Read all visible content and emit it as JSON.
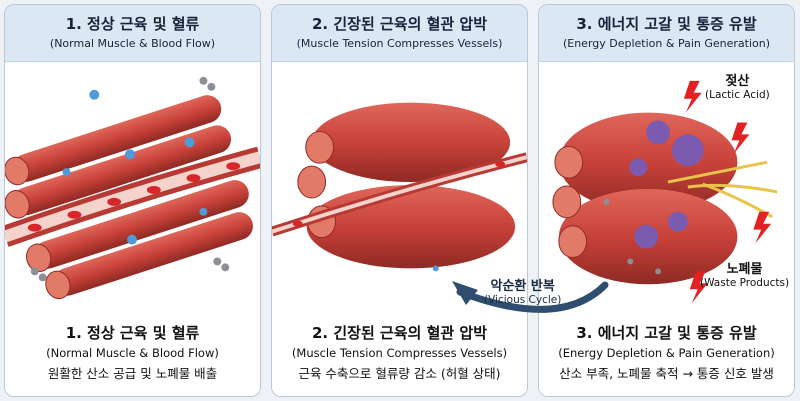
{
  "panels": [
    {
      "header_title": "1. 정상 근육 및 혈류",
      "header_subtitle": "(Normal Muscle & Blood Flow)",
      "footer_title": "1. 정상 근육 및 혈류",
      "footer_subtitle": "(Normal Muscle & Blood Flow)",
      "footer_description": "원활한 산소 공급 및 노폐물 배출"
    },
    {
      "header_title": "2. 긴장된 근육의 혈관 압박",
      "header_subtitle": "(Muscle Tension Compresses Vessels)",
      "footer_title": "2. 긴장된 근육의 혈관 압박",
      "footer_subtitle": "(Muscle Tension Compresses Vessels)",
      "footer_description": "근육 수축으로 혈류량 감소 (허혈 상태)"
    },
    {
      "header_title": "3. 에너지 고갈 및 통증 유발",
      "header_subtitle": "(Energy Depletion & Pain Generation)",
      "footer_title": "3. 에너지 고갈 및 통증 유발",
      "footer_subtitle": "(Energy Depletion & Pain Generation)",
      "footer_description": "산소 부족, 노폐물 축적 → 통증 신호 발생"
    }
  ],
  "cycle_arrow": {
    "label": "악순환 반복",
    "sublabel": "(Vicious Cycle)"
  },
  "callouts": {
    "lactic_acid": {
      "label": "젖산",
      "sublabel": "(Lactic Acid)"
    },
    "waste_products": {
      "label": "노폐물",
      "sublabel": "(Waste Products)"
    }
  },
  "colors": {
    "muscle": "#c8423a",
    "muscle_dark": "#8f2a24",
    "muscle_end": "#e27a68",
    "vessel": "#b73a34",
    "blood_cell": "#d8262a",
    "oxygen": "#4f9ad8",
    "waste": "#8c9096",
    "lactic_acid": "#7b5bb0",
    "pain": "#e02222",
    "nerve": "#e9c34a",
    "arrow": "#2f4d6e",
    "header_bg": "#dbe7f3"
  }
}
